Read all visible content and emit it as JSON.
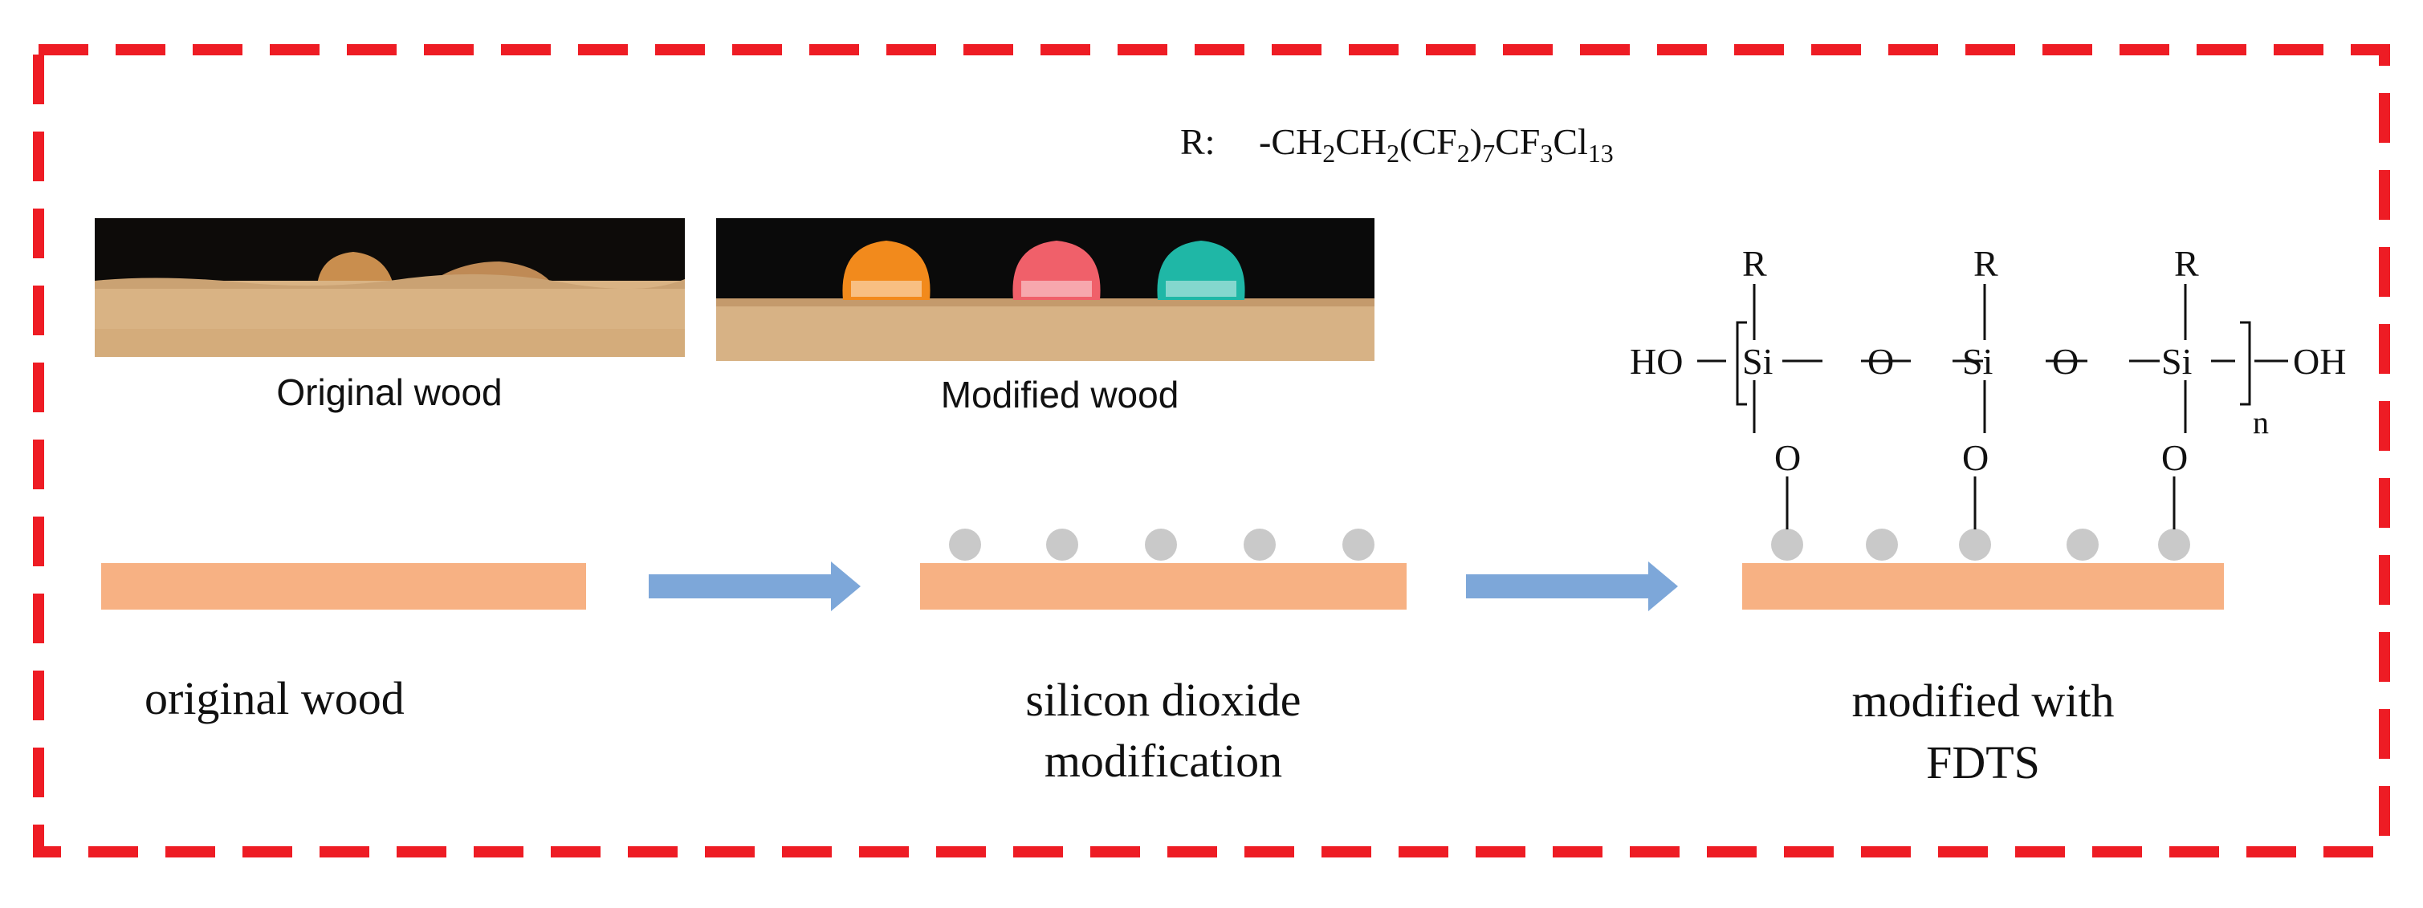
{
  "r_group": {
    "prefix": "R:",
    "formula_parts": [
      {
        "t": "-CH",
        "sub": false
      },
      {
        "t": "2",
        "sub": true
      },
      {
        "t": "CH",
        "sub": false
      },
      {
        "t": "2",
        "sub": true
      },
      {
        "t": "(CF",
        "sub": false
      },
      {
        "t": "2",
        "sub": true
      },
      {
        "t": ")",
        "sub": false
      },
      {
        "t": "7",
        "sub": true
      },
      {
        "t": "CF",
        "sub": false
      },
      {
        "t": "3",
        "sub": true
      },
      {
        "t": "Cl",
        "sub": false
      },
      {
        "t": "13",
        "sub": true
      }
    ]
  },
  "photos": {
    "original_caption": "Original wood",
    "modified_caption": "Modified wood",
    "droplet_colors": [
      "#f28a1c",
      "#f0606a",
      "#1fb7a6"
    ]
  },
  "stages": {
    "original_label": "original wood",
    "silica_label_line1": "silicon dioxide",
    "silica_label_line2": "modification",
    "fdts_label_line1": "modified with",
    "fdts_label_line2": "FDTS"
  },
  "structure": {
    "ho": "HO",
    "oh": "OH",
    "si": "Si",
    "o": "O",
    "r": "R",
    "n": "n"
  },
  "colors": {
    "frame": "#ee1c24",
    "wood_bar": "#f7b183",
    "arrow": "#7da7d9",
    "particle": "#c9c9c9"
  }
}
